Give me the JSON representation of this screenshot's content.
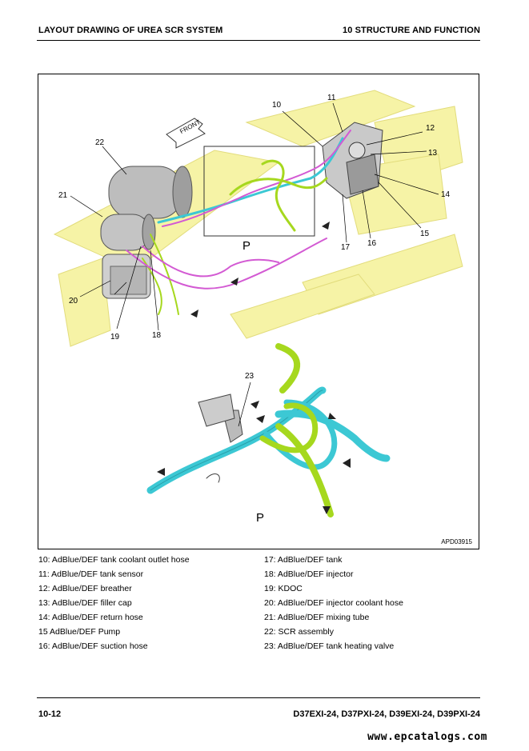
{
  "header": {
    "left": "LAYOUT DRAWING OF UREA SCR SYSTEM",
    "right": "10 STRUCTURE AND FUNCTION"
  },
  "figure": {
    "front_label": "FRONT",
    "view_label": "P",
    "detail_label": "P",
    "drawing_code": "APD03915",
    "callouts": [
      "10",
      "11",
      "12",
      "13",
      "14",
      "15",
      "16",
      "17",
      "18",
      "19",
      "20",
      "21",
      "22",
      "23"
    ]
  },
  "legend_left": [
    "10: AdBlue/DEF tank coolant outlet hose",
    "11: AdBlue/DEF tank sensor",
    "12: AdBlue/DEF breather",
    "13: AdBlue/DEF filler cap",
    "14: AdBlue/DEF return hose",
    "15 AdBlue/DEF Pump",
    "16: AdBlue/DEF suction hose"
  ],
  "legend_right": [
    "17: AdBlue/DEF tank",
    "18: AdBlue/DEF injector",
    "19: KDOC",
    "20: AdBlue/DEF injector coolant hose",
    "21: AdBlue/DEF mixing tube",
    "22: SCR assembly",
    "23: AdBlue/DEF tank heating valve"
  ],
  "footer": {
    "page": "10-12",
    "models": "D37EXI-24, D37PXI-24, D39EXI-24, D39PXI-24"
  },
  "watermark": "www.epcatalogs.com",
  "colors": {
    "hose_cyan": "#3cc8d4",
    "hose_green": "#a6d81e",
    "hose_magenta": "#d35ad3",
    "frame_yellow": "#f6f3a6"
  }
}
